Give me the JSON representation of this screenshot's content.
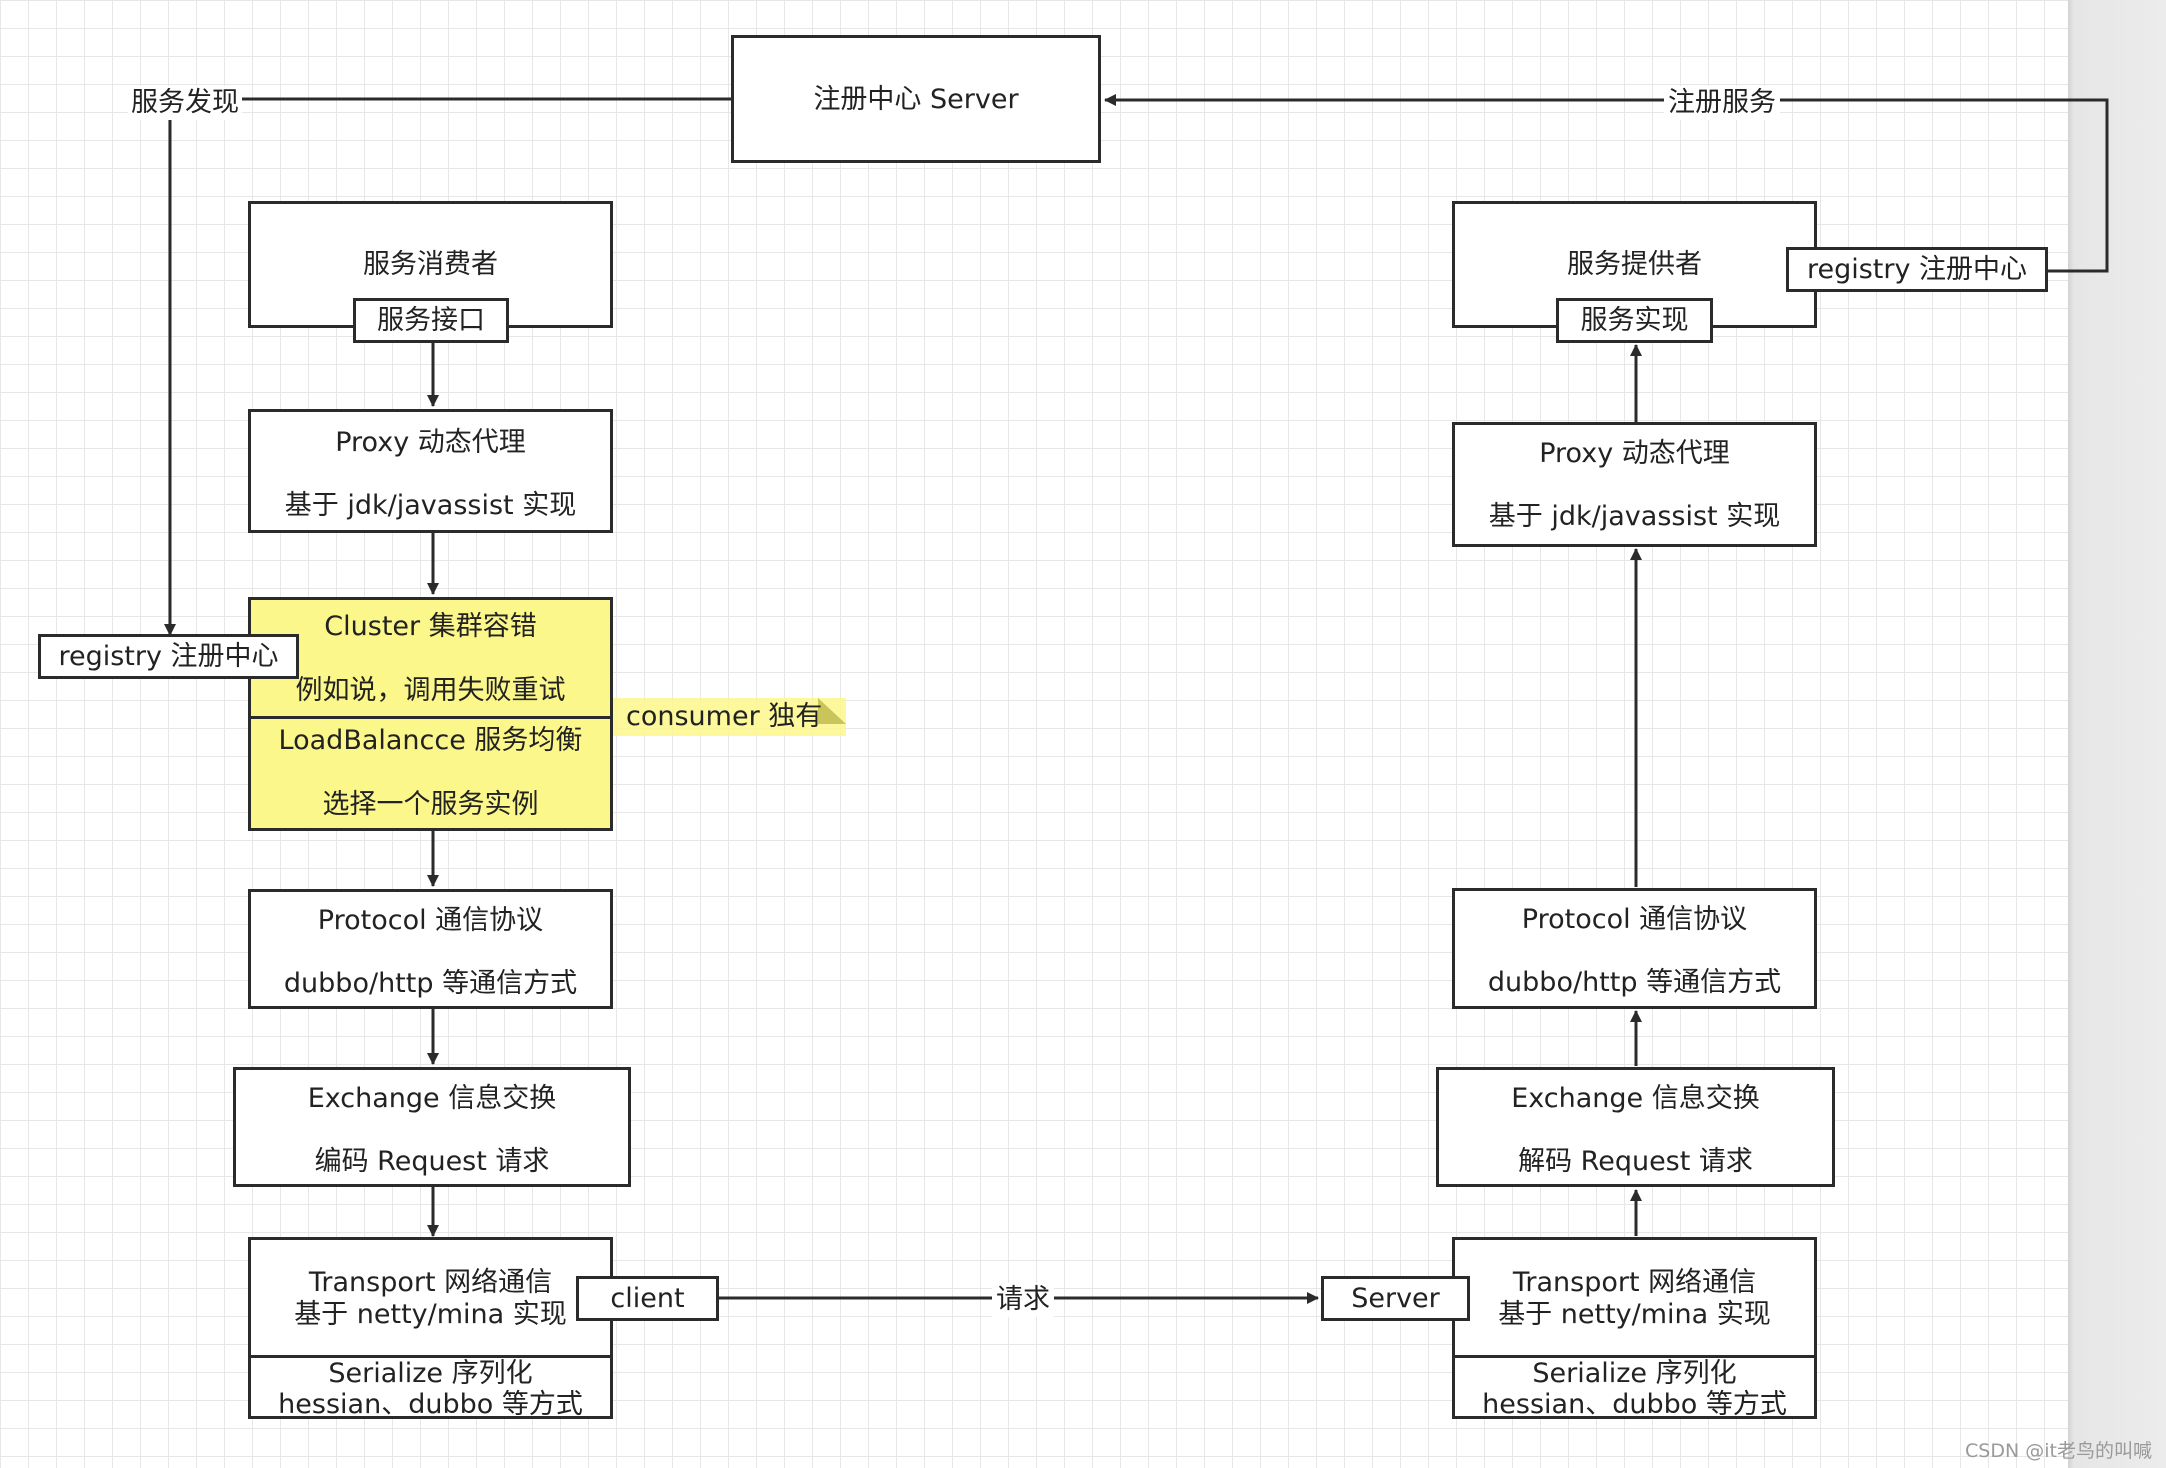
{
  "registry_server": {
    "label": "注册中心 Server"
  },
  "edge_labels": {
    "service_discovery": "服务发现",
    "register_service": "注册服务",
    "request": "请求"
  },
  "consumer": {
    "title": "服务消费者",
    "interface_tag": "服务接口",
    "proxy": {
      "line1": "Proxy 动态代理",
      "line2": "基于 jdk/javassist 实现"
    },
    "registry_tag": "registry 注册中心",
    "cluster": {
      "line1": "Cluster 集群容错",
      "line2": "例如说，调用失败重试"
    },
    "loadbalance": {
      "line1": "LoadBalancce 服务均衡",
      "line2": "选择一个服务实例"
    },
    "note": "consumer 独有",
    "protocol": {
      "line1": "Protocol 通信协议",
      "line2": "dubbo/http 等通信方式"
    },
    "exchange": {
      "line1": "Exchange 信息交换",
      "line2": "编码 Request 请求"
    },
    "transport": {
      "line1": "Transport 网络通信",
      "line2": "基于 netty/mina 实现"
    },
    "client_tag": "client",
    "serialize": {
      "line1": "Serialize 序列化",
      "line2": "hessian、dubbo 等方式"
    }
  },
  "provider": {
    "title": "服务提供者",
    "impl_tag": "服务实现",
    "registry_tag": "registry 注册中心",
    "proxy": {
      "line1": "Proxy 动态代理",
      "line2": "基于 jdk/javassist 实现"
    },
    "protocol": {
      "line1": "Protocol 通信协议",
      "line2": "dubbo/http 等通信方式"
    },
    "exchange": {
      "line1": "Exchange 信息交换",
      "line2": "解码 Request 请求"
    },
    "transport": {
      "line1": "Transport 网络通信",
      "line2": "基于 netty/mina 实现"
    },
    "server_tag": "Server",
    "serialize": {
      "line1": "Serialize 序列化",
      "line2": "hessian、dubbo 等方式"
    }
  },
  "watermark": "CSDN @it老鸟的叫喊",
  "colors": {
    "stroke": "#2b2b2b",
    "highlight": "#fbf78a",
    "note": "#fbf78a",
    "grid": "#e7e7e7"
  }
}
